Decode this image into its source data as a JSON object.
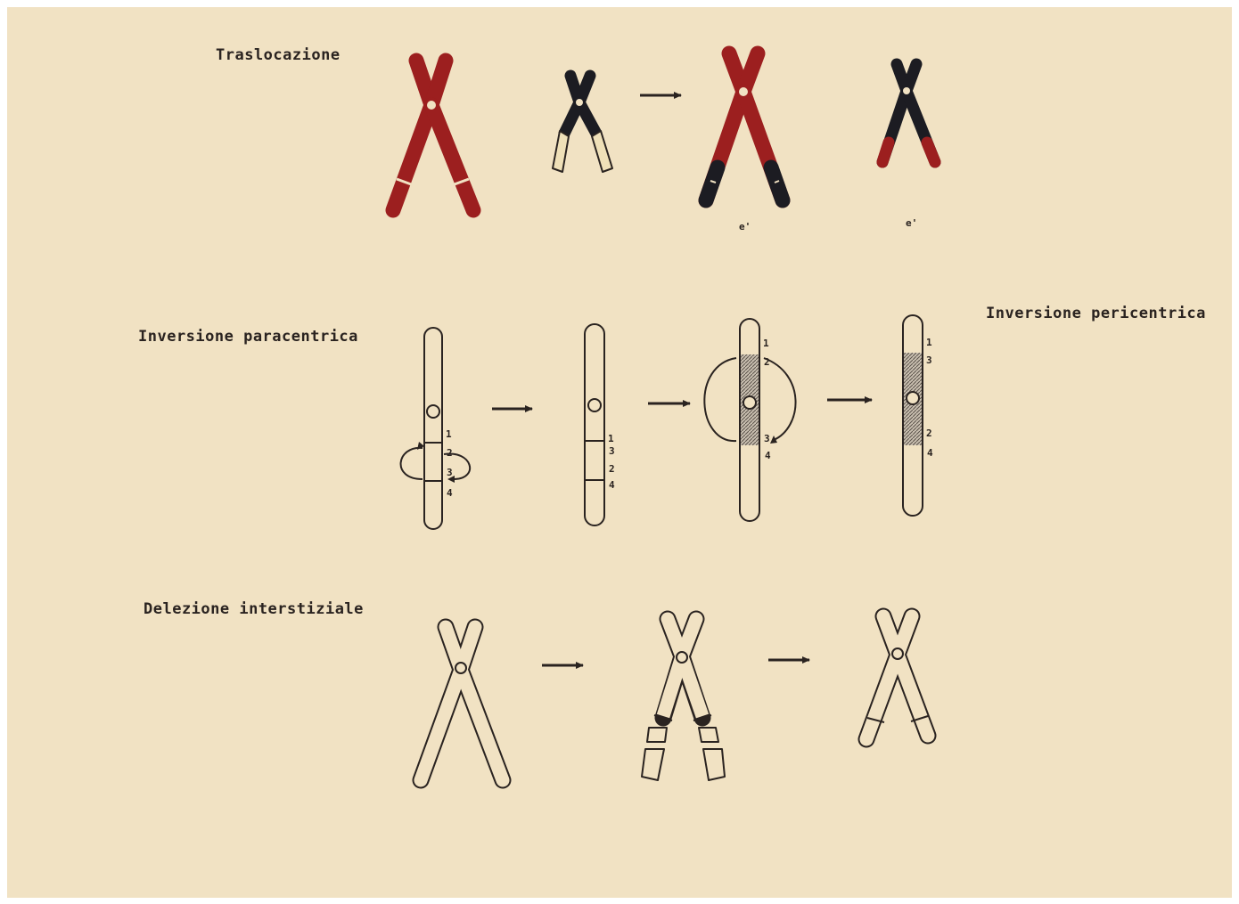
{
  "labels": {
    "translocation": "Traslocazione",
    "paracentric": "Inversione paracentrica",
    "pericentric": "Inversione pericentrica",
    "deletion": "Delezione interstiziale"
  },
  "translocation": {
    "derivative_label_1": "e'",
    "derivative_label_2": "e'"
  },
  "band_numbers": {
    "one": "1",
    "two": "2",
    "three": "3",
    "four": "4"
  },
  "colors": {
    "paper": "#f1e2c3",
    "red_chromosome": "#9c1f1f",
    "dark_chromosome": "#1c1c22",
    "ink": "#2a2320"
  },
  "icons": {
    "arrow": "right-arrow",
    "centromere": "circle"
  }
}
